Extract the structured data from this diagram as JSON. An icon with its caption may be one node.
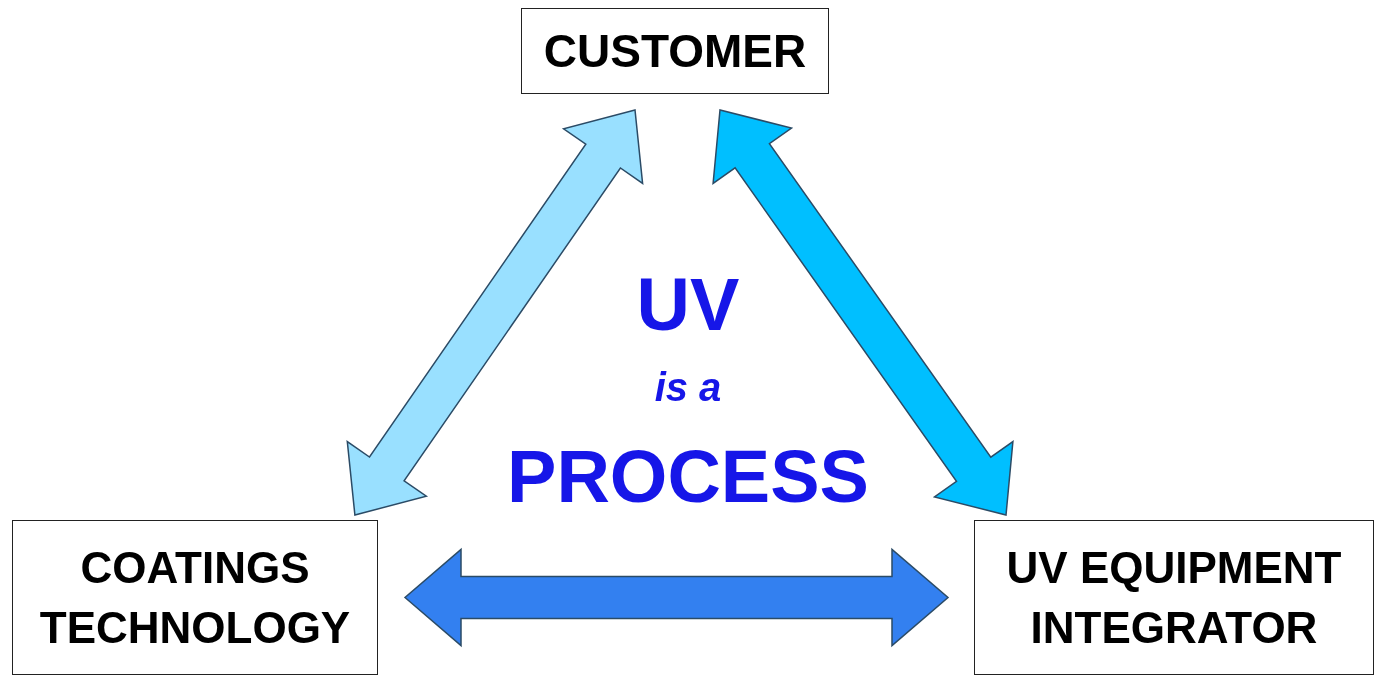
{
  "diagram": {
    "nodes": [
      {
        "text": [
          "CUSTOMER"
        ]
      },
      {
        "text": [
          "COATINGS TECHNOLOGY"
        ]
      },
      {
        "text": [
          "UV EQUIPMENT INTEGRATOR"
        ]
      }
    ],
    "edges": [
      {
        "from": 0,
        "to": 1,
        "arrow": "both",
        "style": "thick",
        "color": "#99e0ff"
      },
      {
        "from": 0,
        "to": 2,
        "arrow": "both",
        "style": "thick",
        "color": "#00bfff"
      },
      {
        "from": 1,
        "to": 2,
        "arrow": "both",
        "style": "thick",
        "color": "#3380f0"
      }
    ],
    "labels": [
      "UV",
      "is a",
      "PROCESS"
    ]
  }
}
